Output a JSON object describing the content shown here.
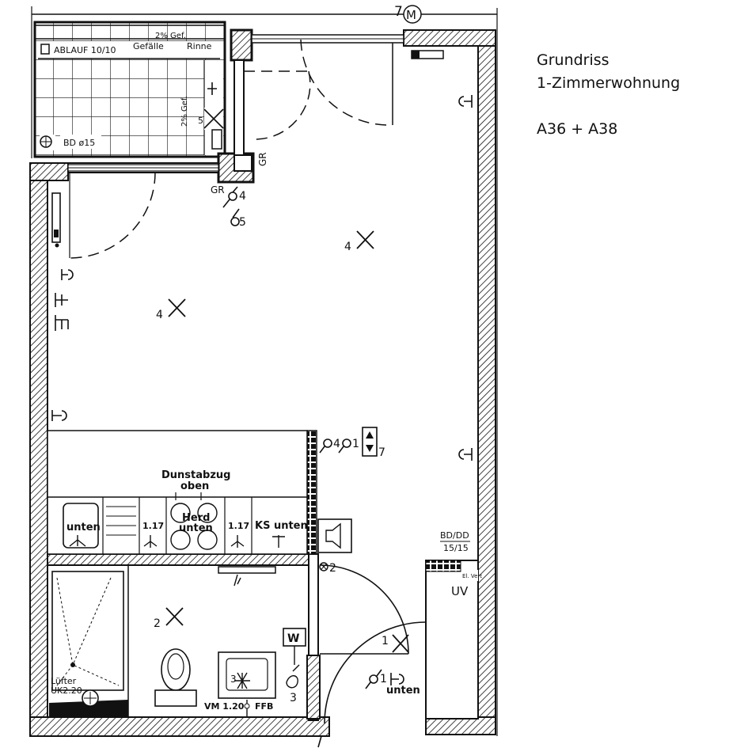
{
  "caption": {
    "line1": "Grundriss",
    "line2": "1-Zimmerwohnung",
    "line3": "A36 + A38"
  },
  "labels": {
    "ablauf": "ABLAUF 10/10",
    "gefaelle_pct": "2% Gef.",
    "gefaelle": "Gefälle",
    "rinne": "Rinne",
    "bd": "BD ø15",
    "gefaelle_side": "2% Gef.",
    "gr1": "GR",
    "gr2": "GR",
    "m7": "7",
    "m_symbol": "M",
    "n4a": "4",
    "n4b": "4",
    "n4c": "4",
    "n4d": "4",
    "n5a": "5",
    "n5b": "5",
    "n1a": "1",
    "n7a": "7",
    "dunstabzug": "Dunstabzug",
    "oben": "oben",
    "unten1": "unten",
    "h117a": "1.17",
    "herd": "Herd",
    "unten2": "unten",
    "h117b": "1.17",
    "ks_unten": "KS unten",
    "bddd": "BD/DD",
    "bddd_size": "15/15",
    "el_vert": "El. Vert",
    "uv": "UV",
    "n2a": "2",
    "n2b": "2",
    "w": "W",
    "luefter": "Lüfter",
    "uk": "UK2.20",
    "n3a": "3",
    "n3b": "3",
    "vm": "VM 1.20",
    "ffb": "FFB",
    "n1b": "1",
    "n1c": "1",
    "unten3": "unten"
  }
}
